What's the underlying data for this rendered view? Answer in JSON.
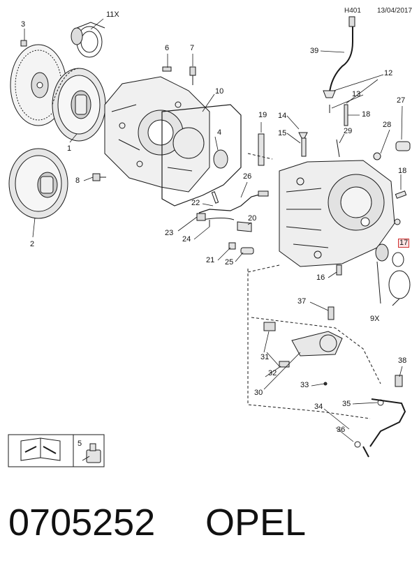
{
  "header": {
    "code": "H401",
    "date": "13/04/2017"
  },
  "callouts": {
    "c11x": "11X",
    "c3": "3",
    "c6": "6",
    "c7": "7",
    "c10": "10",
    "c1": "1",
    "c4": "4",
    "c8": "8",
    "c2": "2",
    "c19": "19",
    "c14": "14",
    "c15": "15",
    "c26": "26",
    "c22": "22",
    "c23": "23",
    "c24": "24",
    "c20": "20",
    "c21": "21",
    "c25": "25",
    "c39": "39",
    "c12": "12",
    "c13": "13",
    "c18a": "18",
    "c27": "27",
    "c28": "28",
    "c29": "29",
    "c18b": "18",
    "c17": "17",
    "c16": "16",
    "c9x": "9X",
    "c37": "37",
    "c31": "31",
    "c32": "32",
    "c30": "30",
    "c33": "33",
    "c38": "38",
    "c34": "34",
    "c35": "35",
    "c36": "36",
    "c5": "5"
  },
  "highlight_color": "#d03030",
  "legend": {
    "icon": "service-manual-tools-icon",
    "item": "5"
  },
  "footer": {
    "part_number": "0705252",
    "brand": "OPEL"
  }
}
